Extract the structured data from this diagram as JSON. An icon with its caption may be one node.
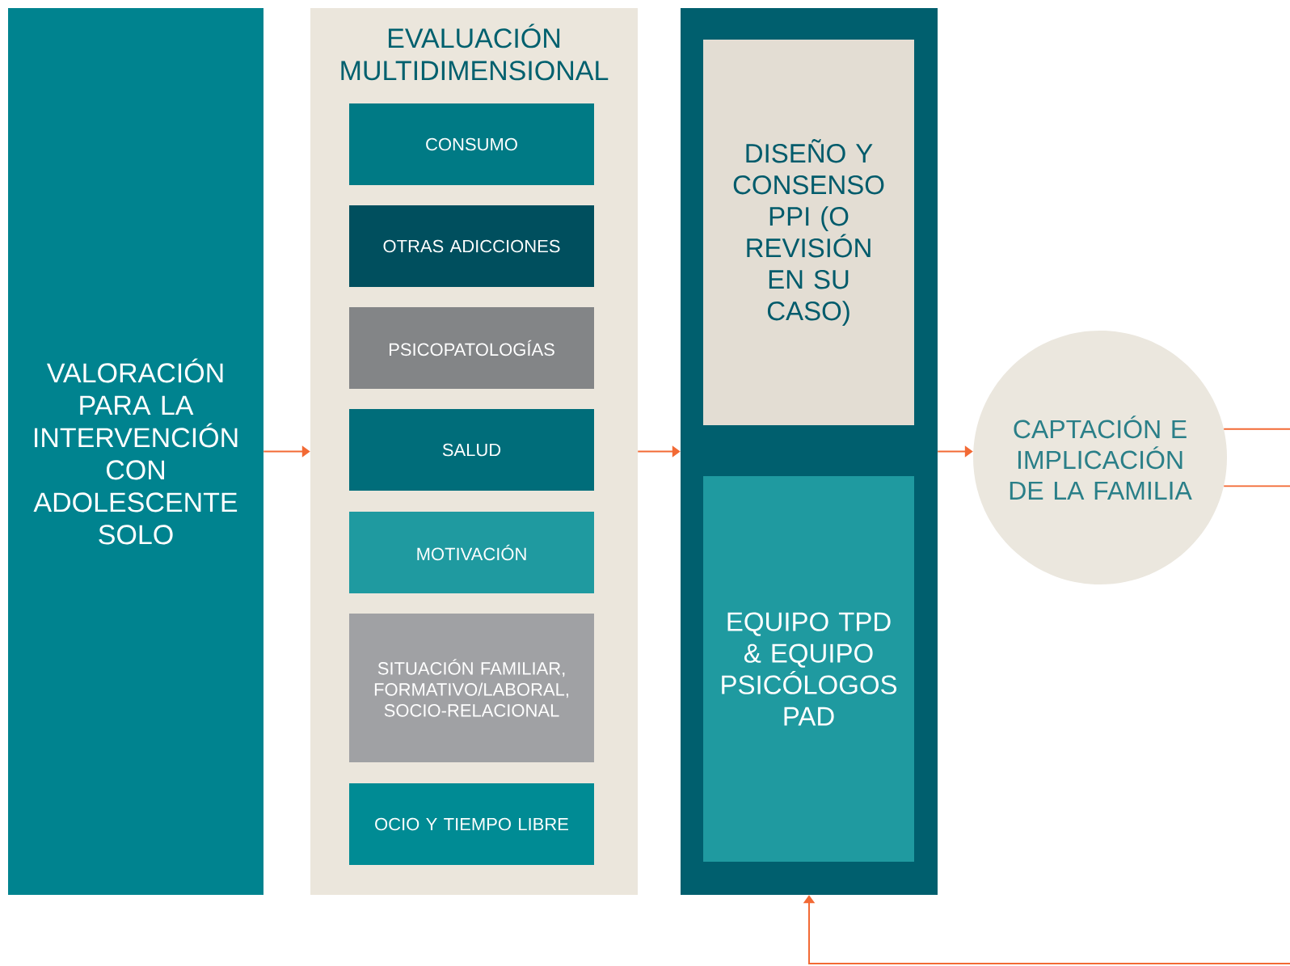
{
  "diagram": {
    "nodes": [
      {
        "text": [
          "VALORACIÓN PARA LA INTERVENCIÓN CON ADOLESCENTE SOLO"
        ]
      },
      {
        "text": [
          "EVALUACIÓN MULTIDIMENSIONAL"
        ]
      },
      {
        "text": [
          "CONSUMO"
        ],
        "in": 1
      },
      {
        "text": [
          "OTRAS ADICCIONES"
        ],
        "in": 1
      },
      {
        "text": [
          "PSICOPATOLOGÍAS"
        ],
        "in": 1
      },
      {
        "text": [
          "SALUD"
        ],
        "in": 1
      },
      {
        "text": [
          "MOTIVACIÓN"
        ],
        "in": 1
      },
      {
        "text": [
          "SITUACIÓN FAMILIAR, FORMATIVO/LABORAL, SOCIO-RELACIONAL"
        ],
        "in": 1
      },
      {
        "text": [
          "OCIO Y TIEMPO LIBRE"
        ],
        "in": 1
      },
      {
        "text": [],
        "shape": "box"
      },
      {
        "text": [
          "DISEÑO Y CONSENSO PPI (O REVISIÓN EN SU CASO)"
        ],
        "in": 9
      },
      {
        "text": [
          "EQUIPO TPD & EQUIPO PSICÓLOGOS PAD"
        ],
        "in": 9
      },
      {
        "text": [
          "CAPTACIÓN E IMPLICACIÓN DE LA FAMILIA"
        ]
      }
    ],
    "edges": [
      {
        "from": 0,
        "to": 1,
        "arrow": "to"
      },
      {
        "from": 1,
        "to": 9,
        "arrow": "to"
      },
      {
        "from": 9,
        "to": 12,
        "arrow": "to"
      },
      {
        "from": 12,
        "to": null,
        "arrow": "none"
      },
      {
        "from": 12,
        "to": null,
        "arrow": "none"
      },
      {
        "from": null,
        "to": 9,
        "arrow": "to"
      }
    ]
  }
}
